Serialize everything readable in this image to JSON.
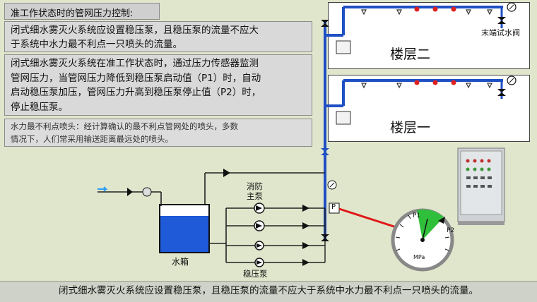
{
  "title": "准工作状态时的管网压力控制:",
  "para1_line1": "闭式细水雾灭火系统应设置稳压泵，且稳压泵的流量不应大",
  "para1_line2": "于系统中水力最不利点一只喷头的流量。",
  "para2_line1": "闭式细水雾灭火系统在准工作状态时，通过压力传感器监测",
  "para2_line2": "管网压力，当管网压力降低到稳压泵启动值（P1）时，自动",
  "para2_line3": "启动稳压泵加压，管网压力升高到稳压泵停止值（P2）时，",
  "para2_line4": "停止稳压泵。",
  "note_line1": "水力最不利点喷头：经计算确认的最不利点管网处的喷头，多数",
  "note_line2": "情况下，人们常采用输送距离最远处的喷头。",
  "floor2_label": "楼层二",
  "floor1_label": "楼层一",
  "test_valve_label": "末端试水阀",
  "main_pump_label_1": "消防",
  "main_pump_label_2": "主泵",
  "tank_label": "水箱",
  "jockey_pump_label": "稳压泵",
  "sensor_label": "P",
  "gauge_p1": "P1",
  "gauge_p2": "P2",
  "gauge_unit": "MPa",
  "caption": "闭式细水雾灭火系统应设置稳压泵，且稳压泵的流量不应大于系统中水力最不利点一只喷头的流量。",
  "colors": {
    "pipe": "#1f4fc4",
    "nozzle_active": "#e02020",
    "gauge_green": "#2fbf3a",
    "tank_water": "#1f5ad8",
    "sensor_line": "#e01818"
  }
}
